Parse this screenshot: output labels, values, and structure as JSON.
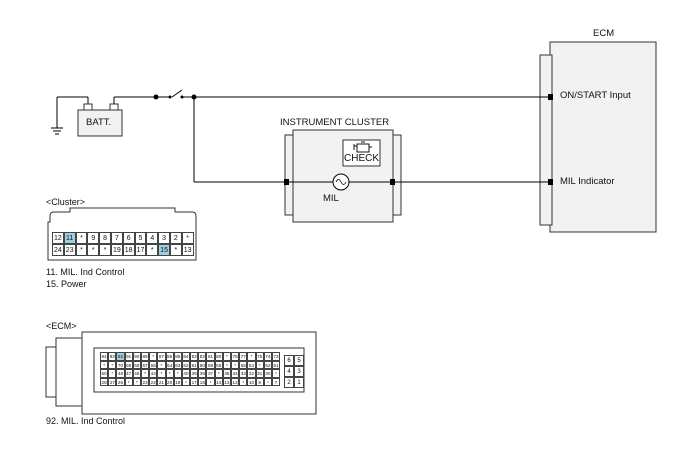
{
  "labels": {
    "ecm_title": "ECM",
    "on_start": "ON/START Input",
    "mil_indicator": "MIL Indicator",
    "instrument_cluster": "INSTRUMENT CLUSTER",
    "check": "CHECK",
    "mil": "MIL",
    "batt": "BATT."
  },
  "cluster_connector": {
    "title": "<Cluster>",
    "row1": [
      "12",
      "11",
      "*",
      "9",
      "8",
      "7",
      "6",
      "5",
      "4",
      "3",
      "2",
      "*"
    ],
    "row2": [
      "24",
      "23",
      "*",
      "*",
      "*",
      "19",
      "18",
      "17",
      "*",
      "15",
      "*",
      "13"
    ],
    "highlight": [
      "11",
      "15"
    ],
    "notes": [
      "11. MIL. Ind Control",
      "15. Power"
    ]
  },
  "ecm_connector": {
    "title": "<ECM>",
    "row1": [
      "94",
      "93",
      "92",
      "91",
      "90",
      "89",
      "*",
      "87",
      "86",
      "85",
      "84",
      "83",
      "82",
      "81",
      "80",
      "*",
      "78",
      "77",
      "*",
      "75",
      "74",
      "73"
    ],
    "row2": [
      "*",
      "*",
      "70",
      "69",
      "68",
      "67",
      "66",
      "*",
      "64",
      "63",
      "62",
      "61",
      "60",
      "59",
      "58",
      "*",
      "*",
      "55",
      "54",
      "*",
      "52",
      "51"
    ],
    "row3": [
      "50",
      "*",
      "48",
      "47",
      "46",
      "*",
      "44",
      "*",
      "*",
      "*",
      "40",
      "39",
      "38",
      "37",
      "*",
      "35",
      "34",
      "33",
      "32",
      "31",
      "30",
      "*"
    ],
    "row4": [
      "28",
      "27",
      "26",
      "*",
      "*",
      "23",
      "22",
      "21",
      "20",
      "19",
      "*",
      "17",
      "16",
      "*",
      "14",
      "13",
      "12",
      "*",
      "10",
      "9",
      "*",
      "7"
    ],
    "side": [
      "6",
      "5",
      "4",
      "3",
      "2",
      "1"
    ],
    "highlight": [
      "92"
    ],
    "notes": [
      "92. MIL. Ind Control"
    ]
  }
}
